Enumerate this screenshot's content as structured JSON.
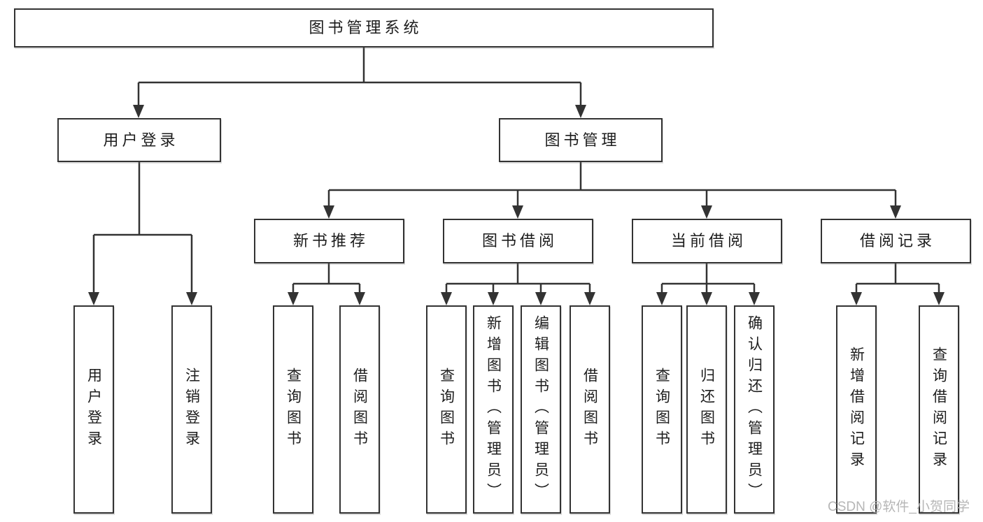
{
  "tree": {
    "root": {
      "label": "图书管理系统",
      "children": [
        {
          "label": "用户登录",
          "children": [
            {
              "label": "用户登录"
            },
            {
              "label": "注销登录"
            }
          ]
        },
        {
          "label": "图书管理",
          "children": [
            {
              "label": "新书推荐",
              "children": [
                {
                  "label": "查询图书"
                },
                {
                  "label": "借阅图书"
                }
              ]
            },
            {
              "label": "图书借阅",
              "children": [
                {
                  "label": "查询图书"
                },
                {
                  "label": "新增图书（管理员）"
                },
                {
                  "label": "编辑图书（管理员）"
                },
                {
                  "label": "借阅图书"
                }
              ]
            },
            {
              "label": "当前借阅",
              "children": [
                {
                  "label": "查询图书"
                },
                {
                  "label": "归还图书"
                },
                {
                  "label": "确认归还（管理员）"
                }
              ]
            },
            {
              "label": "借阅记录",
              "children": [
                {
                  "label": "新增借阅记录"
                },
                {
                  "label": "查询借阅记录"
                }
              ]
            }
          ]
        }
      ]
    }
  },
  "watermark": "CSDN @软件_小贺同学",
  "colors": {
    "line": "#333333",
    "text": "#1d1d1d",
    "background": "#ffffff",
    "watermark": "#b2b2b2"
  }
}
